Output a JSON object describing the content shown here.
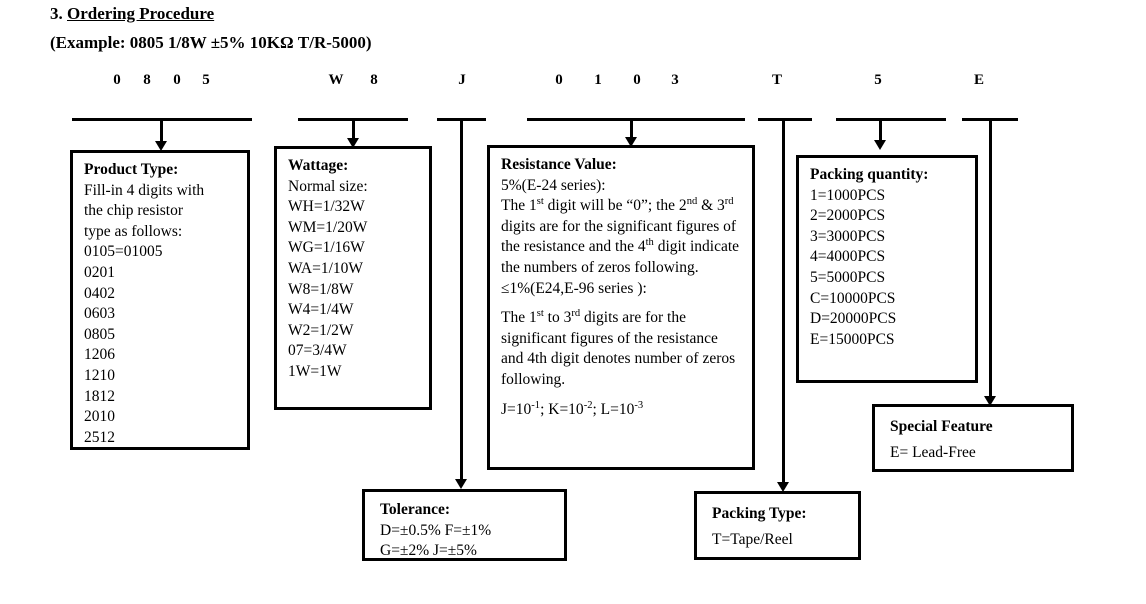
{
  "document": {
    "section_number": "3.",
    "section_title": "Ordering Procedure",
    "example_line": "(Example: 0805 1/8W ±5% 10KΩ T/R-5000)"
  },
  "part_code": {
    "characters": [
      "0",
      "8",
      "0",
      "5",
      "W",
      "8",
      "J",
      "0",
      "1",
      "0",
      "3",
      "T",
      "5",
      "E"
    ]
  },
  "boxes": {
    "product_type": {
      "title": "Product Type:",
      "lines": [
        "Fill-in 4 digits with",
        "the chip resistor",
        "type as follows:",
        "0105=01005",
        "0201",
        "0402",
        "0603",
        "0805",
        "1206",
        "1210",
        "1812",
        "2010",
        "2512"
      ]
    },
    "wattage": {
      "title": "Wattage:",
      "lines": [
        "Normal size:",
        "WH=1/32W",
        "WM=1/20W",
        "WG=1/16W",
        "WA=1/10W",
        "W8=1/8W",
        "W4=1/4W",
        "W2=1/2W",
        "07=3/4W",
        "1W=1W"
      ]
    },
    "resistance_value": {
      "title": "Resistance Value:",
      "subtitle_5pct": "5%(E-24 series):",
      "para_5pct_parts": {
        "p1": "The 1",
        "sup1": "st",
        "p2": " digit will be “0”; the 2",
        "sup2": "nd",
        "p3": " & 3",
        "sup3": "rd",
        "p4": " digits are for the significant figures of the resistance and the 4",
        "sup4": "th",
        "p5": " digit indicate the numbers of zeros following."
      },
      "subtitle_1pct": "≤1%(E24,E-96 series ):",
      "para_1pct_parts": {
        "p1": "The 1",
        "sup1": "st",
        "p2": " to 3",
        "sup2": "rd",
        "p3": " digits are for the significant figures of the resistance and 4th digit denotes number of zeros following."
      },
      "multiplier_parts": {
        "j": "J=10",
        "j_sup": "-1",
        "sep1": "; K=10",
        "k_sup": "-2",
        "sep2": "; L=10",
        "l_sup": "-3"
      }
    },
    "packing_quantity": {
      "title": "Packing quantity:",
      "lines": [
        "1=1000PCS",
        "2=2000PCS",
        "3=3000PCS",
        "4=4000PCS",
        "5=5000PCS",
        "C=10000PCS",
        "D=20000PCS",
        "E=15000PCS"
      ]
    },
    "special_feature": {
      "title": "Special Feature",
      "lines": [
        "E= Lead-Free"
      ]
    },
    "tolerance": {
      "title": "Tolerance:",
      "lines": [
        "D=±0.5%  F=±1%",
        "G=±2%   J=±5%"
      ]
    },
    "packing_type": {
      "title": "Packing Type:",
      "lines": [
        "T=Tape/Reel"
      ]
    }
  }
}
